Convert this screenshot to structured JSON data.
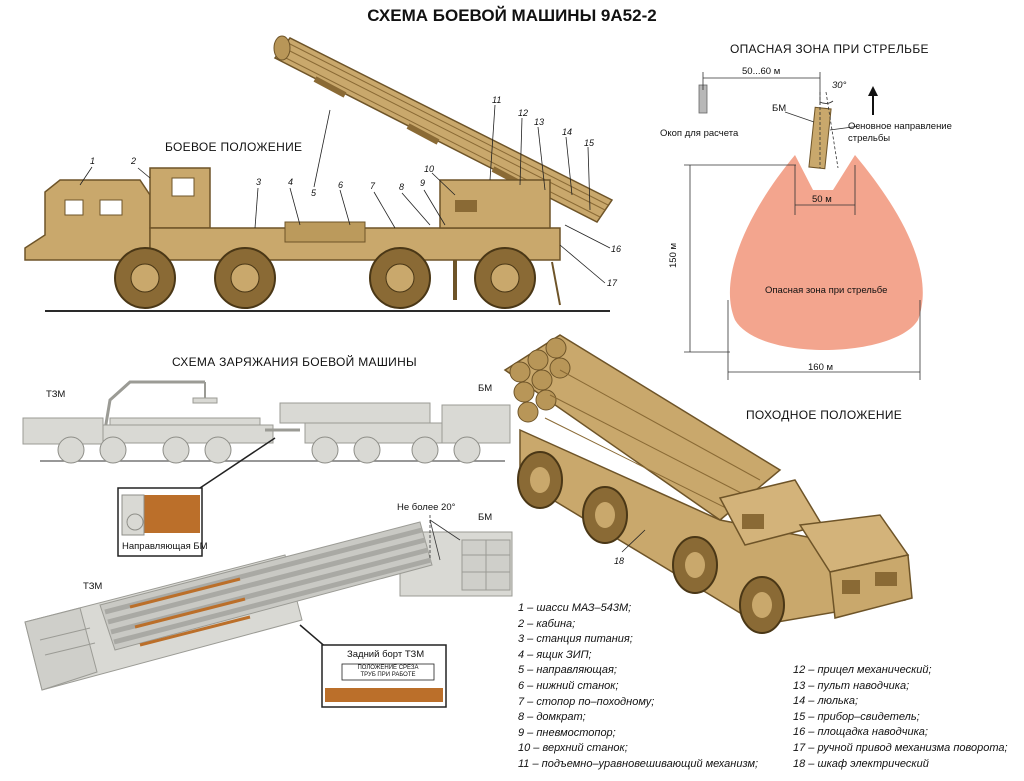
{
  "title": "СХЕМА БОЕВОЙ МАШИНЫ 9А52-2",
  "combat_position": {
    "label": "БОЕВОЕ ПОЛОЖЕНИЕ",
    "callouts": [
      "1",
      "2",
      "3",
      "4",
      "5",
      "6",
      "7",
      "8",
      "9",
      "10",
      "11",
      "12",
      "13",
      "14",
      "15",
      "16",
      "17"
    ]
  },
  "danger_zone": {
    "title": "ОПАСНАЯ ЗОНА ПРИ СТРЕЛЬБЕ",
    "dim_top": "50...60 м",
    "angle": "30°",
    "bm": "БМ",
    "crew_trench": "Окоп для расчета",
    "direction": "Основное направление стрельбы",
    "width_near": "50 м",
    "depth": "150 м",
    "width_far": "160 м",
    "zone_label": "Опасная зона при стрельбе"
  },
  "loading_scheme": {
    "title": "СХЕМА ЗАРЯЖАНИЯ БОЕВОЙ МАШИНЫ",
    "tzm": "ТЗМ",
    "bm": "БМ",
    "guide_label": "Направляющая БМ",
    "angle_label": "Не более 20°",
    "tzm2": "ТЗМ",
    "bm2": "БМ",
    "rear_board": "Задний борт ТЗМ",
    "plate_line1": "ПОЛОЖЕНИЕ СРЕЗА",
    "plate_line2": "ТРУБ ПРИ РАБОТЕ"
  },
  "travel_position": {
    "label": "ПОХОДНОЕ ПОЛОЖЕНИЕ",
    "callout": "18"
  },
  "legend_left": [
    "1 – шасси  МАЗ–543М;",
    "2 – кабина;",
    "3 – станция питания;",
    "4 – ящик  ЗИП;",
    "5 – направляющая;",
    "6 – нижний станок;",
    "7 – стопор по–походному;",
    "8 – домкрат;",
    "9 – пневмостопор;",
    "10 – верхний станок;",
    "11 – подъемно–уравновешивающий механизм;"
  ],
  "legend_right": [
    "12 – прицел механический;",
    "13 – пульт наводчика;",
    "14 – люлька;",
    "15 – прибор–свидетель;",
    "16 – площадка наводчика;",
    "17 – ручной привод механизма поворота;",
    "18 – шкаф электрический"
  ],
  "colors": {
    "vehicle": "#c9a86c",
    "vehicle_dark": "#8a6a35",
    "line_gray": "#d9d9d4",
    "zone": "#f3a58e"
  }
}
